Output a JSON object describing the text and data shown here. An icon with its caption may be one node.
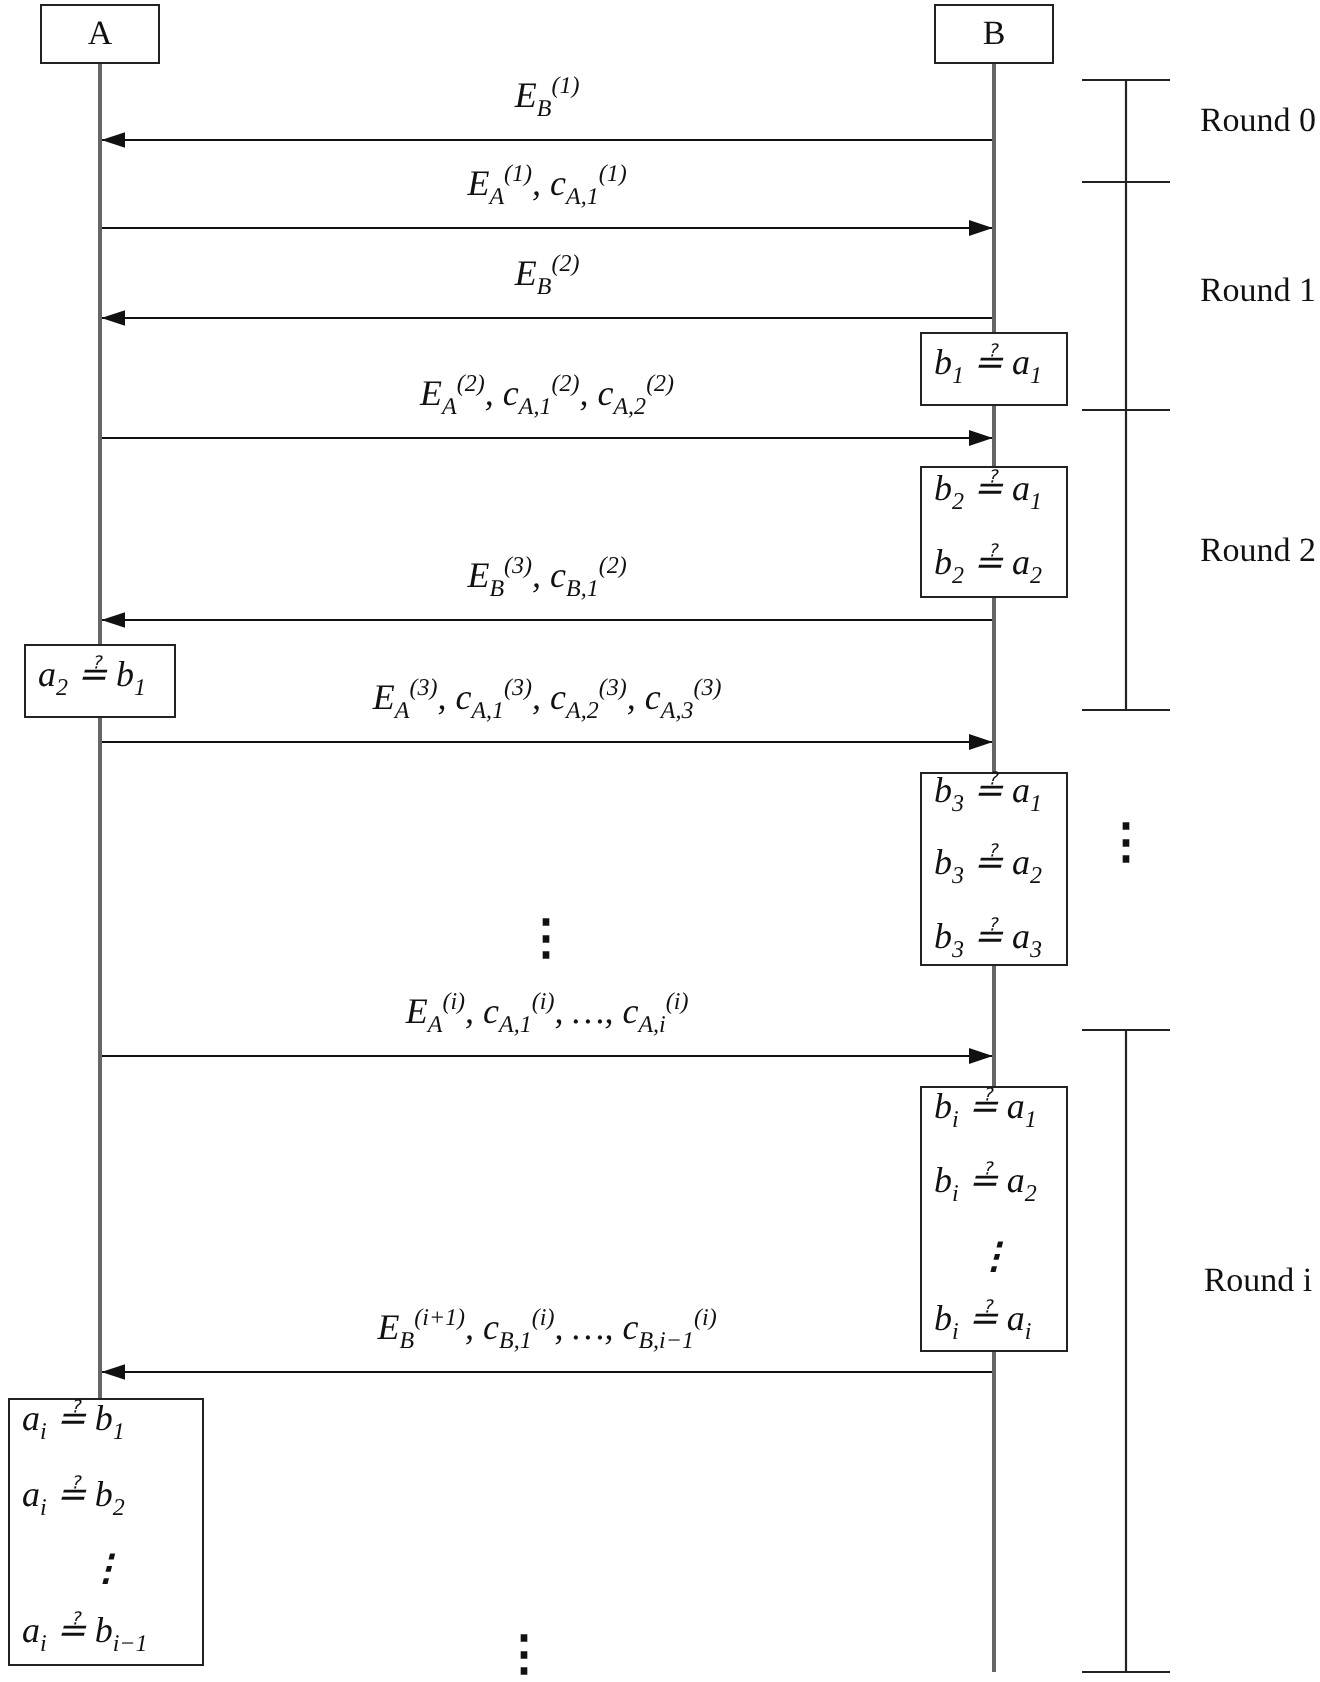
{
  "diagram": {
    "nodes": [
      {
        "text": [
          "A"
        ]
      },
      {
        "text": [
          "B"
        ]
      },
      {
        "text": [
          "b$_{1}$ ≟ a$_{1}$"
        ]
      },
      {
        "text": [
          "b$_{2}$ ≟ a$_{1}$",
          "b$_{2}$ ≟ a$_{2}$"
        ]
      },
      {
        "text": [
          "a$_{2}$ ≟ b$_{1}$"
        ]
      },
      {
        "text": [
          "b$_{3}$ ≟ a$_{1}$",
          "b$_{3}$ ≟ a$_{2}$",
          "b$_{3}$ ≟ a$_{3}$"
        ]
      },
      {
        "text": [
          "b$_{i}$ ≟ a$_{1}$",
          "b$_{i}$ ≟ a$_{2}$",
          "⋮",
          "b$_{i}$ ≟ a$_{i}$"
        ]
      },
      {
        "text": [
          "a$_{i}$ ≟ b$_{1}$",
          "a$_{i}$ ≟ b$_{2}$",
          "⋮",
          "a$_{i}$ ≟ b$_{i−1}$"
        ]
      },
      {
        "text": [],
        "shape": "bar"
      },
      {
        "text": [],
        "shape": "bar"
      }
    ],
    "edges": [
      {
        "from": 9,
        "to": 8,
        "arrow": "to",
        "label": "E$_{B}$$^{(1)}$"
      },
      {
        "from": 8,
        "to": 9,
        "arrow": "to",
        "label": "E$_{A}$$^{(1)}$, c$_{A,1}$$^{(1)}$"
      },
      {
        "from": 9,
        "to": 8,
        "arrow": "to",
        "label": "E$_{B}$$^{(2)}$"
      },
      {
        "from": 8,
        "to": 9,
        "arrow": "to",
        "label": "E$_{A}$$^{(2)}$, c$_{A,1}$$^{(2)}$, c$_{A,2}$$^{(2)}$"
      },
      {
        "from": 9,
        "to": 8,
        "arrow": "to",
        "label": "E$_{B}$$^{(3)}$, c$_{B,1}$$^{(2)}$"
      },
      {
        "from": 8,
        "to": 9,
        "arrow": "to",
        "label": "E$_{A}$$^{(3)}$, c$_{A,1}$$^{(3)}$, c$_{A,2}$$^{(3)}$, c$_{A,3}$$^{(3)}$"
      },
      {
        "from": 8,
        "to": 9,
        "arrow": "to",
        "label": "E$_{A}$$^{(i)}$, c$_{A,1}$$^{(i)}$, …, c$_{A,i}$$^{(i)}$"
      },
      {
        "from": 9,
        "to": 8,
        "arrow": "to",
        "label": "E$_{B}$$^{(i+1)}$, c$_{B,1}$$^{(i)}$, …, c$_{B,i−1}$$^{(i)}$"
      }
    ],
    "labels": [
      "Round 0",
      "Round 1",
      "Round 2",
      "⋮",
      "⋮",
      "Round i",
      "⋮"
    ]
  }
}
